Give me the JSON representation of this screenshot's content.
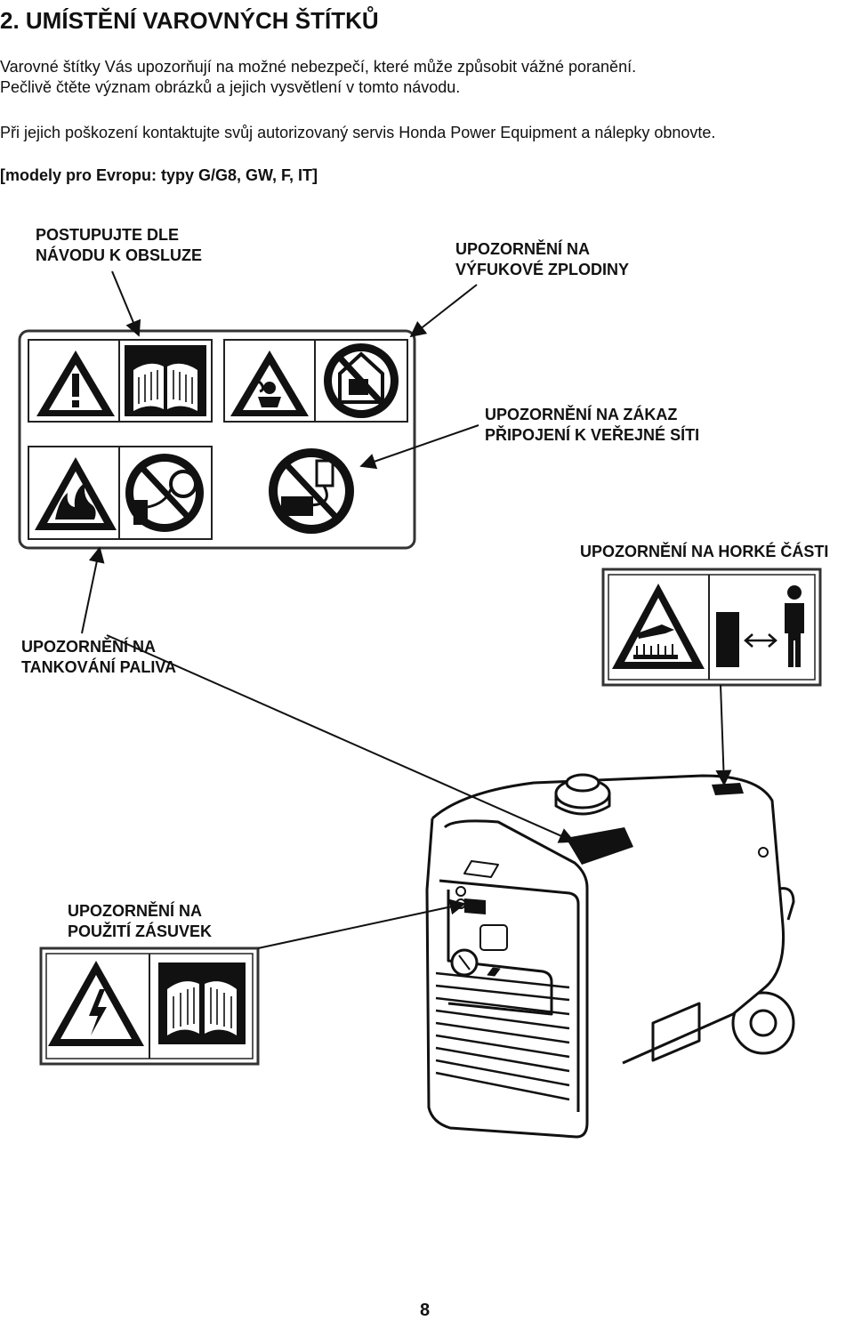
{
  "heading": "2. UMÍSTĚNÍ VAROVNÝCH ŠTÍTKŮ",
  "intro": {
    "line1": "Varovné štítky Vás upozorňují na možné nebezpečí, které může způsobit vážné poranění.",
    "line2": "Pečlivě čtěte význam obrázků a jejich vysvětlení v tomto návodu.",
    "line3": "Při jejich poškození kontaktujte svůj autorizovaný servis Honda Power Equipment a nálepky obnovte.",
    "models": "[modely pro Evropu: typy G/G8, GW, F, IT]"
  },
  "labels": {
    "manual": [
      "POSTUPUJTE DLE",
      "NÁVODU K OBSLUZE"
    ],
    "exhaust": [
      "UPOZORNĚNÍ NA",
      "VÝFUKOVÉ ZPLODINY"
    ],
    "grid": [
      "UPOZORNĚNÍ NA ZÁKAZ",
      "PŘIPOJENÍ K VEŘEJNÉ SÍTI"
    ],
    "hot": [
      "UPOZORNĚNÍ NA HORKÉ ČÁSTI"
    ],
    "fuel": [
      "UPOZORNĚNÍ NA",
      "TANKOVÁNÍ PALIVA"
    ],
    "outlet": [
      "UPOZORNĚNÍ NA",
      "POUŽITÍ ZÁSUVEK"
    ]
  },
  "page_number": "8"
}
